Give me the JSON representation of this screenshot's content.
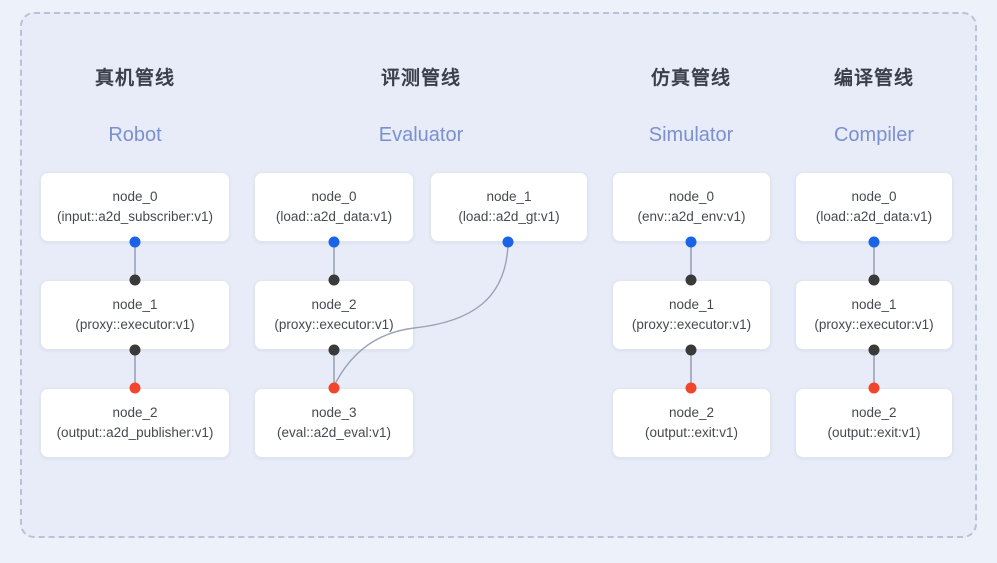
{
  "diagram": {
    "title_cn_columns": [
      "真机管线",
      "评测管线",
      "仿真管线",
      "编译管线"
    ],
    "colors": {
      "canvas_background": "#edf1fa",
      "panel_background": "#e7ecf8",
      "panel_border_dashed": "#b9c2d6",
      "node_background": "#ffffff",
      "node_border": "#e2e5ec",
      "title_cn": "#3a3f4b",
      "title_en": "#7b90cf",
      "port_input": "#1a62e8",
      "port_mid": "#3a3a3a",
      "port_output": "#f2462c",
      "edge": "#8e97a8"
    },
    "columns": [
      {
        "key": "robot",
        "title_cn": "真机管线",
        "title_en": "Robot",
        "nodes": [
          {
            "id": "node_0",
            "type": "(input::a2d_subscriber:v1)"
          },
          {
            "id": "node_1",
            "type": "(proxy::executor:v1)"
          },
          {
            "id": "node_2",
            "type": "(output::a2d_publisher:v1)"
          }
        ]
      },
      {
        "key": "evaluator",
        "title_cn": "评测管线",
        "title_en": "Evaluator",
        "nodes": [
          {
            "id": "node_0",
            "type": "(load::a2d_data:v1)"
          },
          {
            "id": "node_1",
            "type": "(load::a2d_gt:v1)"
          },
          {
            "id": "node_2",
            "type": "(proxy::executor:v1)"
          },
          {
            "id": "node_3",
            "type": "(eval::a2d_eval:v1)"
          }
        ]
      },
      {
        "key": "simulator",
        "title_cn": "仿真管线",
        "title_en": "Simulator",
        "nodes": [
          {
            "id": "node_0",
            "type": "(env::a2d_env:v1)"
          },
          {
            "id": "node_1",
            "type": "(proxy::executor:v1)"
          },
          {
            "id": "node_2",
            "type": "(output::exit:v1)"
          }
        ]
      },
      {
        "key": "compiler",
        "title_cn": "编译管线",
        "title_en": "Compiler",
        "nodes": [
          {
            "id": "node_0",
            "type": "(load::a2d_data:v1)"
          },
          {
            "id": "node_1",
            "type": "(proxy::executor:v1)"
          },
          {
            "id": "node_2",
            "type": "(output::exit:v1)"
          }
        ]
      }
    ]
  }
}
